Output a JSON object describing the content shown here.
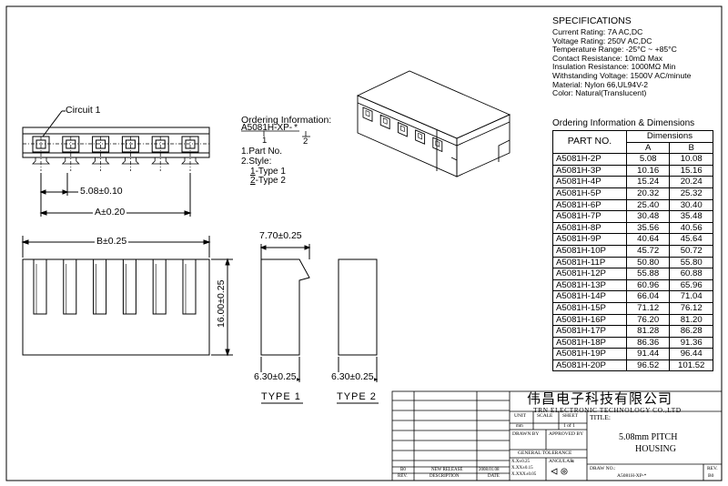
{
  "specifications": {
    "heading": "SPECIFICATIONS",
    "lines": [
      "Current Rating: 7A AC,DC",
      "Voltage Rating: 250V AC,DC",
      "Temperature Range: -25°C ~ +85°C",
      "Contact Resistance: 10mΩ Max",
      "Insulation Resistance: 1000MΩ Min",
      "Withstanding Voltage: 1500V AC/minute",
      "Material: Nylon 66,UL94V-2",
      "Color: Natural(Translucent)"
    ]
  },
  "ordering": {
    "title": "Ordering Information:",
    "code_prefix": "A5081H-XP-",
    "code_suffix": "*",
    "marker_1": "1",
    "marker_2": "2",
    "line_part": "1.Part No.",
    "line_style": "2.Style:",
    "type1_num": "1",
    "type1_text": "-Type 1",
    "type2_num": "2",
    "type2_text": "-Type 2"
  },
  "dimension_table": {
    "title": "Ordering Information & Dimensions",
    "col_part": "PART NO.",
    "col_group": "Dimensions",
    "col_a": "A",
    "col_b": "B",
    "rows": [
      [
        "A5081H-2P",
        "5.08",
        "10.08"
      ],
      [
        "A5081H-3P",
        "10.16",
        "15.16"
      ],
      [
        "A5081H-4P",
        "15.24",
        "20.24"
      ],
      [
        "A5081H-5P",
        "20.32",
        "25.32"
      ],
      [
        "A5081H-6P",
        "25.40",
        "30.40"
      ],
      [
        "A5081H-7P",
        "30.48",
        "35.48"
      ],
      [
        "A5081H-8P",
        "35.56",
        "40.56"
      ],
      [
        "A5081H-9P",
        "40.64",
        "45.64"
      ],
      [
        "A5081H-10P",
        "45.72",
        "50.72"
      ],
      [
        "A5081H-11P",
        "50.80",
        "55.80"
      ],
      [
        "A5081H-12P",
        "55.88",
        "60.88"
      ],
      [
        "A5081H-13P",
        "60.96",
        "65.96"
      ],
      [
        "A5081H-14P",
        "66.04",
        "71.04"
      ],
      [
        "A5081H-15P",
        "71.12",
        "76.12"
      ],
      [
        "A5081H-16P",
        "76.20",
        "81.20"
      ],
      [
        "A5081H-17P",
        "81.28",
        "86.28"
      ],
      [
        "A5081H-18P",
        "86.36",
        "91.36"
      ],
      [
        "A5081H-19P",
        "91.44",
        "96.44"
      ],
      [
        "A5081H-20P",
        "96.52",
        "101.52"
      ]
    ]
  },
  "drawing": {
    "circuit_label": "Circuit 1",
    "pitch_dim": "5.08±0.10",
    "a_dim": "A±0.20",
    "b_dim": "B±0.25",
    "height_dim": "16.00±0.25",
    "depth_top_dim": "7.70±0.25",
    "base1_dim": "6.30±0.25",
    "base2_dim": "6.30±0.25",
    "type1_label": "TYPE 1",
    "type2_label": "TYPE 2"
  },
  "title_block": {
    "company_cn": "伟昌电子科技有限公司",
    "company_en": "TRN ELECTRONIC TECHNOLOGY CO.,LTD",
    "unit_label": "UNIT",
    "unit_value": "mm",
    "scale_label": "SCALE",
    "scale_value": "",
    "sheet_label": "SHEET",
    "sheet_value": "1 of 1",
    "title_label": "TITLE:",
    "title_line1": "5.08mm PITCH",
    "title_line2": "HOUSING",
    "drawn_by": "DRAWN BY",
    "approved_by": "APPROVED BY",
    "general_tolerance": "GENERAL TOLERANCE",
    "tol_1": "X.X±0.25",
    "tol_2": "X.XX±0.15",
    "tol_3": "X.XXX±0.05",
    "angular": "ANGULAR:",
    "angular_value": "±",
    "draw_no_label": "DRAW NO.:",
    "draw_no_value": "A5081H-XP-*",
    "rev_label": "REV.",
    "rev_value": "B0",
    "rev_hist_rev": "B0",
    "rev_hist_desc": "NEW RELEASE",
    "rev_hist_date": "2008.01.08",
    "hdr_rev": "REV.",
    "hdr_desc": "DESCRIPTION",
    "hdr_date": "DATE"
  }
}
